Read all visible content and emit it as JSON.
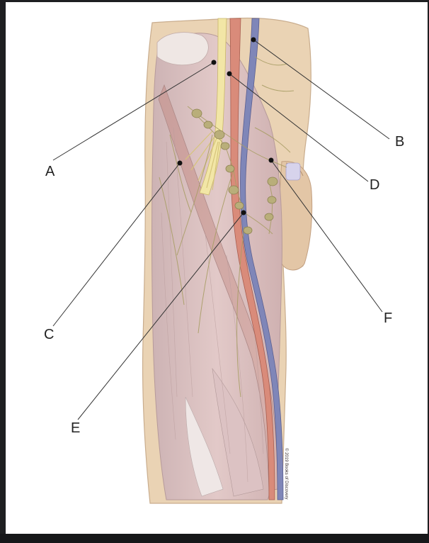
{
  "labels": {
    "a": "A",
    "b": "B",
    "c": "C",
    "d": "D",
    "e": "E",
    "f": "F"
  },
  "copyright": "© 2019 Books of Discovery",
  "colors": {
    "background": "#1e1f21",
    "card": "#ffffff",
    "skin": "#ead3b4",
    "muscle": "#d9b9b7",
    "nerve": "#f2e6a6",
    "artery": "#d98b7a",
    "vein": "#7f86b8",
    "lymph_node": "#b9ae7a",
    "leader_line": "#333333"
  }
}
